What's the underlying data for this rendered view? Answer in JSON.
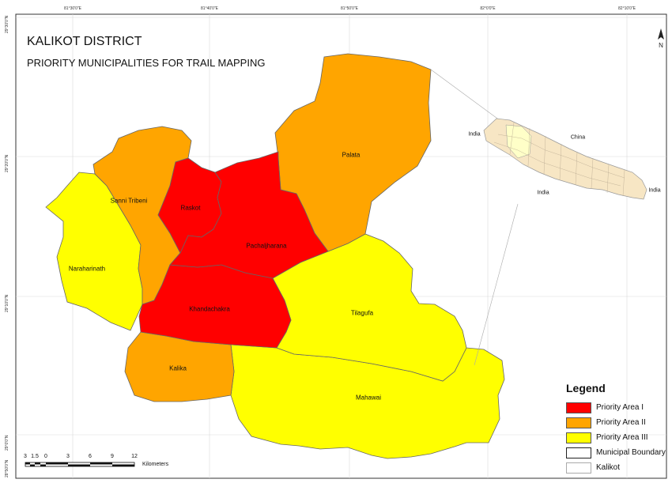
{
  "title": "KALIKOT DISTRICT",
  "subtitle": "PRIORITY MUNICIPALITIES FOR TRAIL MAPPING",
  "coordinates": {
    "top_ticks": [
      "81°30'0\"E",
      "81°40'0\"E",
      "81°50'0\"E",
      "82°0'0\"E",
      "82°10'0\"E"
    ],
    "left_ticks": [
      "29°30'0\"N",
      "29°20'0\"N",
      "29°10'0\"N",
      "29°0'0\"N",
      "28°50'0\"N"
    ]
  },
  "colors": {
    "priority_1": "#ff0000",
    "priority_2": "#ffa500",
    "priority_3": "#ffff00",
    "boundary": "#555555",
    "nepal_fill": "#f7e6c4"
  },
  "municipalities": [
    {
      "name": "Raskot",
      "priority": 1
    },
    {
      "name": "Pachaljharana",
      "priority": 1
    },
    {
      "name": "Khandachakra",
      "priority": 1
    },
    {
      "name": "Sanni Tribeni",
      "priority": 2
    },
    {
      "name": "Palata",
      "priority": 2
    },
    {
      "name": "Kalika",
      "priority": 2
    },
    {
      "name": "Naraharinath",
      "priority": 3
    },
    {
      "name": "Tilagufa",
      "priority": 3
    },
    {
      "name": "Mahawai",
      "priority": 3
    }
  ],
  "inset": {
    "labels": [
      "India",
      "China",
      "India",
      "India"
    ]
  },
  "legend": {
    "title": "Legend",
    "items": [
      {
        "label": "Priority Area I",
        "color": "#ff0000"
      },
      {
        "label": "Priority Area II",
        "color": "#ffa500"
      },
      {
        "label": "Priority Area III",
        "color": "#ffff00"
      },
      {
        "label": "Municipal Boundary",
        "color": "#ffffff"
      },
      {
        "label": "Kalikot",
        "color": "#ffffff"
      }
    ]
  },
  "scale_bar": {
    "ticks": [
      "3",
      "1.5",
      "0",
      "3",
      "6",
      "9",
      "12"
    ],
    "unit": "Kilometers"
  },
  "north_arrow": {
    "letter": "N",
    "icon": "north-arrow-icon"
  }
}
